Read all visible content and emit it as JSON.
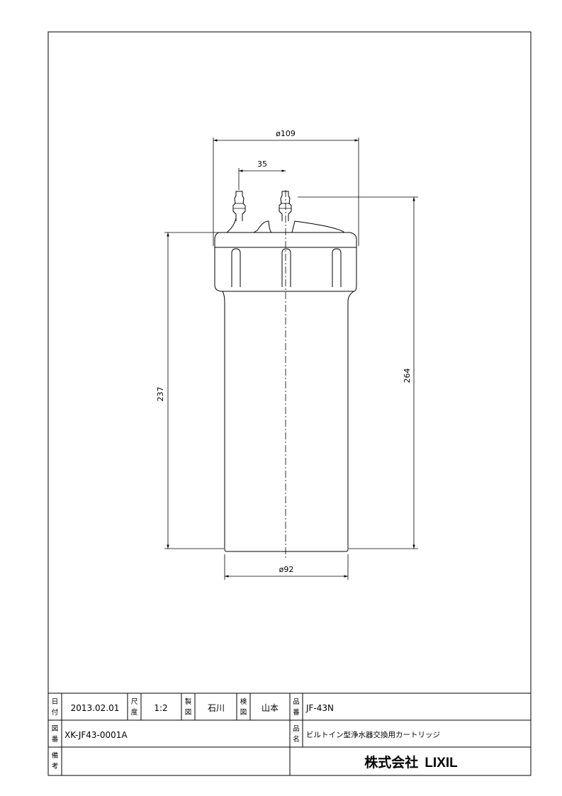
{
  "drawing": {
    "dimensions": {
      "outer_diameter": "ø109",
      "nozzle_pitch": "35",
      "body_length": "237",
      "total_height": "264",
      "body_diameter": "ø92"
    }
  },
  "title_block": {
    "date_label": [
      "日",
      "付"
    ],
    "date": "2013.02.01",
    "scale_label": [
      "尺",
      "度"
    ],
    "scale": "1:2",
    "drafter_label": [
      "製",
      "図"
    ],
    "drafter": "石川",
    "checker_label": [
      "検",
      "図"
    ],
    "checker": "山本",
    "product_no_label": [
      "品",
      "番"
    ],
    "product_no": "JF-43N",
    "drawing_no_label": [
      "図",
      "番"
    ],
    "drawing_no": "XK-JF43-0001A",
    "product_name_label": [
      "品",
      "名"
    ],
    "product_name": "ビルトイン型浄水器交換用カートリッジ",
    "remarks_label": [
      "備",
      "考"
    ],
    "remarks": "",
    "company": "株式会社",
    "company_brand": "LIXIL"
  }
}
